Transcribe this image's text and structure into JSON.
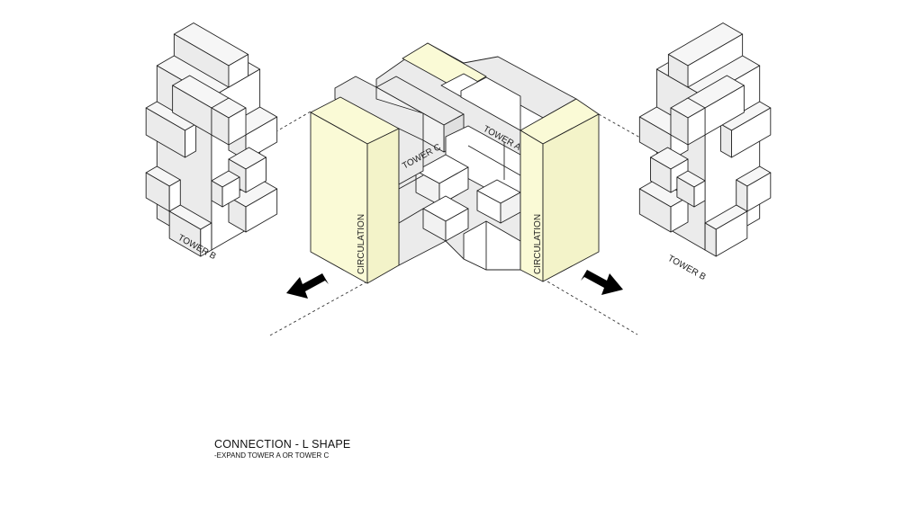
{
  "diagram": {
    "labels": {
      "tower_a": "TOWER A",
      "tower_b": "TOWER B",
      "tower_c": "TOWER C",
      "circulation": "CIRCULATION"
    },
    "caption": {
      "title": "CONNECTION - L SHAPE",
      "subtitle": "-EXPAND TOWER A OR TOWER C"
    },
    "colors": {
      "circulation": "#fafad6",
      "circulation_side": "#f3f3c9",
      "block_gray": "#ebebeb",
      "block_white": "#ffffff",
      "arrow": "#000000"
    }
  }
}
